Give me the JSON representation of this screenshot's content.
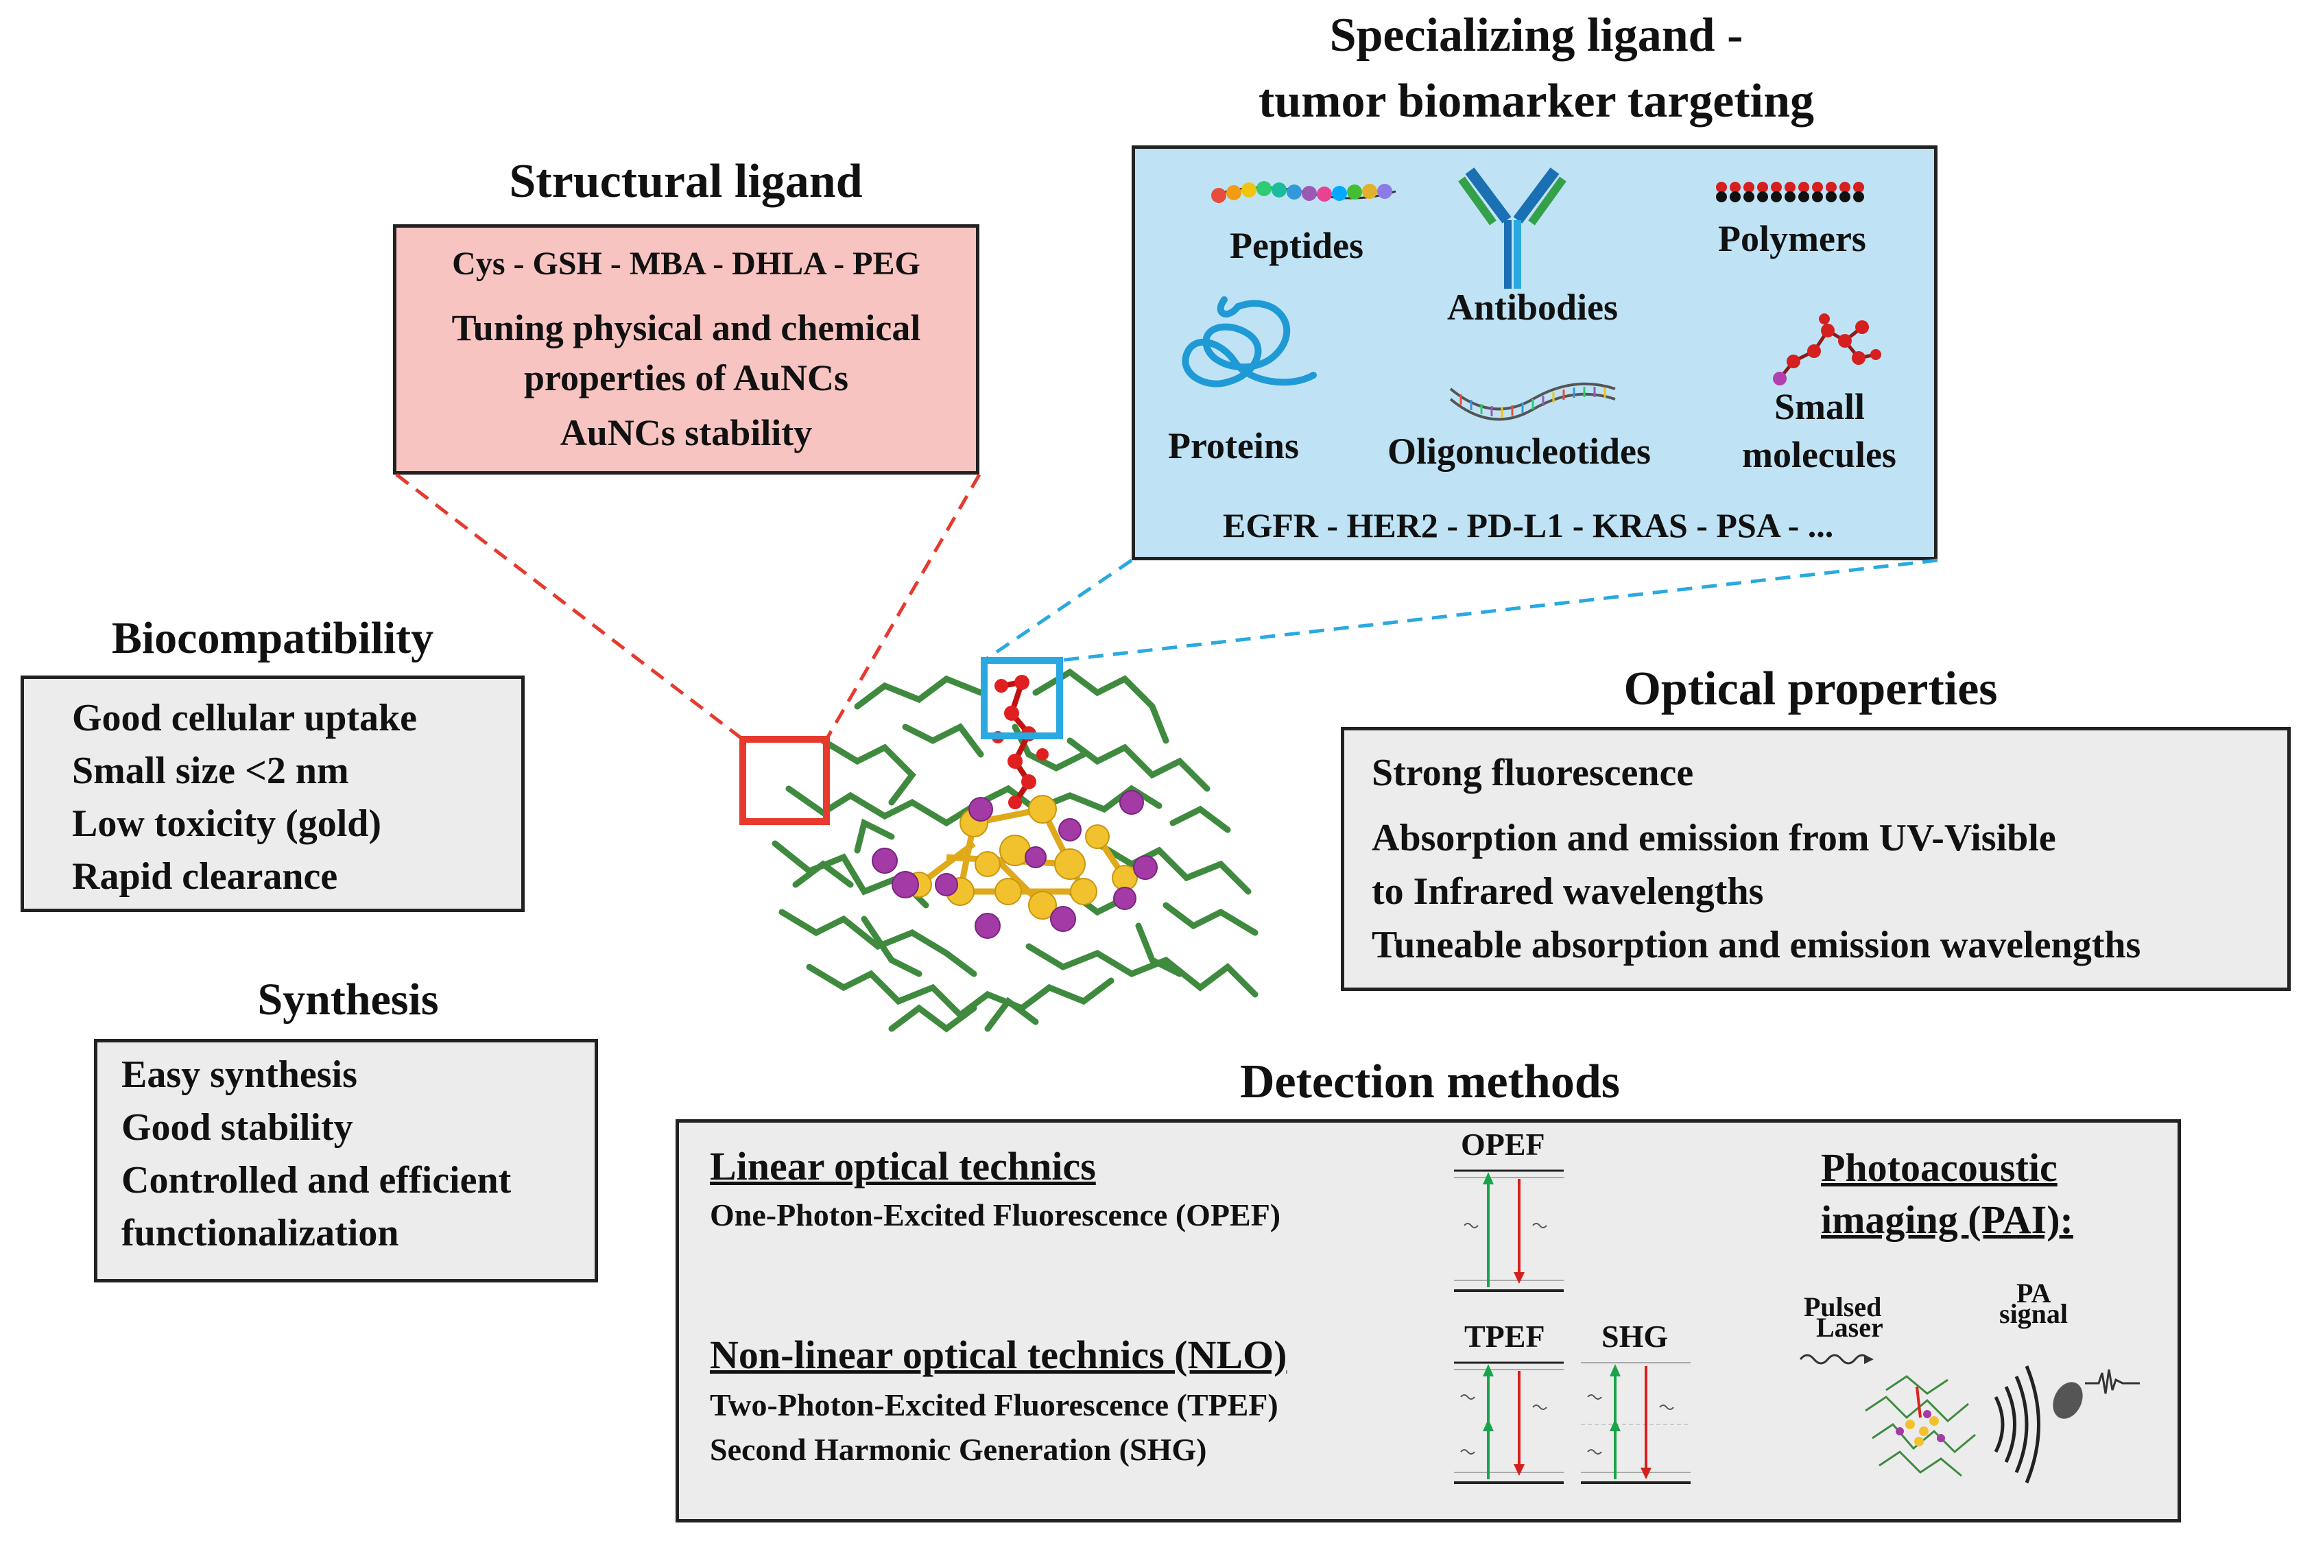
{
  "specializing": {
    "title_line1": "Specializing ligand -",
    "title_line2": "tumor biomarker targeting",
    "peptides": "Peptides",
    "antibodies": "Antibodies",
    "polymers": "Polymers",
    "proteins": "Proteins",
    "oligonucleotides": "Oligonucleotides",
    "small_molecules_1": "Small",
    "small_molecules_2": "molecules",
    "biomarkers": "EGFR - HER2 - PD-L1 - KRAS - PSA - ...",
    "colors": {
      "fill": "#bfe3f5",
      "highlight": "#29a9e0"
    }
  },
  "structural": {
    "title": "Structural ligand",
    "ligands": "Cys - GSH - MBA - DHLA - PEG",
    "line1": "Tuning physical and chemical",
    "line2": "properties of AuNCs",
    "line3": "AuNCs stability",
    "colors": {
      "fill": "#f7c4c1",
      "highlight": "#e63a2e"
    }
  },
  "biocompatibility": {
    "title": "Biocompatibility",
    "items": [
      "Good cellular uptake",
      "Small size <2 nm",
      "Low toxicity (gold)",
      "Rapid clearance"
    ]
  },
  "synthesis": {
    "title": "Synthesis",
    "items": [
      "Easy synthesis",
      "Good stability",
      "Controlled and efficient",
      "functionalization"
    ]
  },
  "optical": {
    "title": "Optical properties",
    "items": [
      "Strong fluorescence",
      "Absorption and emission from UV-Visible",
      "to Infrared wavelengths",
      "Tuneable absorption and emission wavelengths"
    ]
  },
  "detection": {
    "title": "Detection methods",
    "linear_heading": "Linear optical technics",
    "linear_item": "One-Photon-Excited Fluorescence (OPEF)",
    "nlo_heading": "Non-linear optical technics (NLO)",
    "nlo_items": [
      "Two-Photon-Excited Fluorescence (TPEF)",
      "Second Harmonic Generation (SHG)"
    ],
    "opef_label": "OPEF",
    "tpef_label": "TPEF",
    "shg_label": "SHG",
    "pai_heading_1": "Photoacoustic",
    "pai_heading_2": "imaging (PAI):",
    "pulsed_1": "Pulsed",
    "pulsed_2": "Laser",
    "pa_1": "PA",
    "pa_2": "signal"
  },
  "colors": {
    "box_gray": "#ececec",
    "ligand_green": "#3f8a3f",
    "gold": "#f2c12e",
    "sulfur": "#a33aa5",
    "red_ligand": "#e02020"
  }
}
